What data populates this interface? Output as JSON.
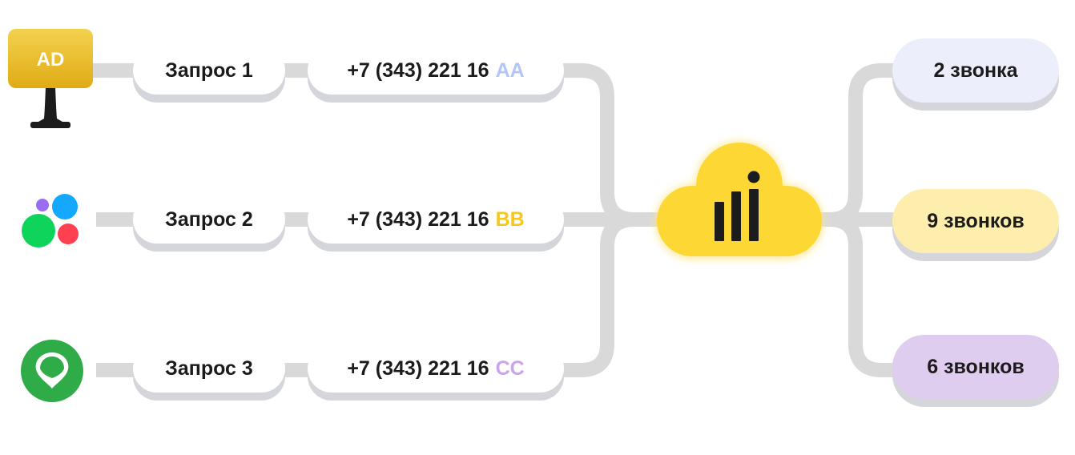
{
  "sources": [
    {
      "icon": "billboard-ad-icon",
      "badge": "AD"
    },
    {
      "icon": "colorful-circles-icon"
    },
    {
      "icon": "green-leaf-circle-icon"
    }
  ],
  "requests": [
    {
      "label": "Запрос 1",
      "phone": "+7 (343) 221 16",
      "suffix": "AA",
      "suffix_color": "#b4c5f8"
    },
    {
      "label": "Запрос 2",
      "phone": "+7 (343) 221 16",
      "suffix": "BB",
      "suffix_color": "#f7c71a"
    },
    {
      "label": "Запрос 3",
      "phone": "+7 (343) 221 16",
      "suffix": "CC",
      "suffix_color": "#c7a4ec"
    }
  ],
  "hub": {
    "icon": "cloud-analytics-icon"
  },
  "results": [
    {
      "label": "2 звонка",
      "color": "#eceffb"
    },
    {
      "label": "9 звонков",
      "color": "#fdeead"
    },
    {
      "label": "6 звонков",
      "color": "#dfcdf0"
    }
  ],
  "colors": {
    "connector": "#d9d9d9",
    "hub": "#fdd835",
    "text": "#1c1c1c"
  }
}
